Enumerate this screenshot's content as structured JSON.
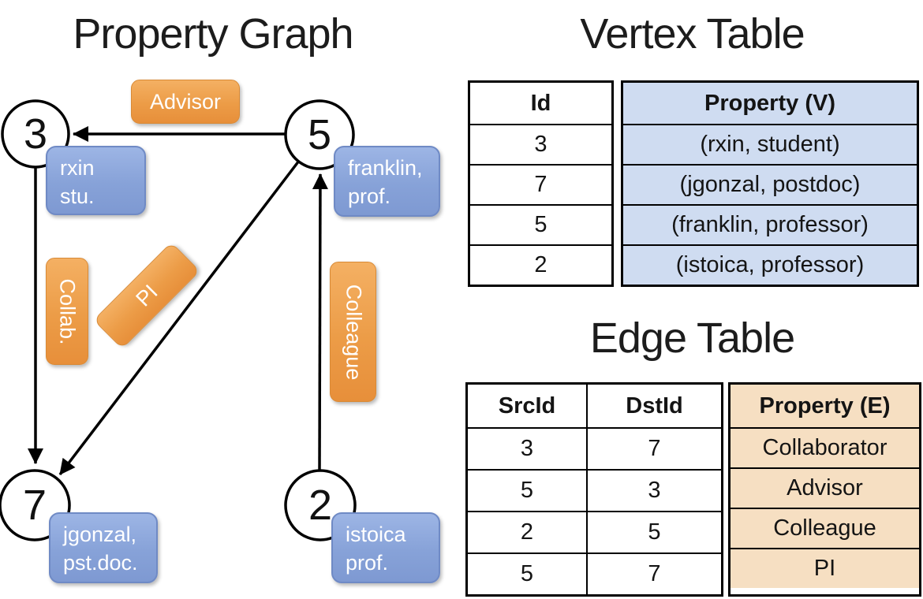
{
  "graph": {
    "title": "Property Graph",
    "nodes": [
      {
        "id": "3",
        "labels": [
          "rxin",
          "stu."
        ]
      },
      {
        "id": "5",
        "labels": [
          "franklin,",
          "prof."
        ]
      },
      {
        "id": "7",
        "labels": [
          "jgonzal,",
          "pst.doc."
        ]
      },
      {
        "id": "2",
        "labels": [
          "istoica",
          "prof."
        ]
      }
    ],
    "edge_labels": {
      "advisor": "Advisor",
      "collab": "Collab.",
      "pi": "PI",
      "colleague": "Colleague"
    }
  },
  "vertex_table": {
    "title": "Vertex Table",
    "headers": {
      "id": "Id",
      "property": "Property (V)"
    },
    "rows": [
      {
        "id": "3",
        "property": "(rxin, student)"
      },
      {
        "id": "7",
        "property": "(jgonzal, postdoc)"
      },
      {
        "id": "5",
        "property": "(franklin, professor)"
      },
      {
        "id": "2",
        "property": "(istoica, professor)"
      }
    ]
  },
  "edge_table": {
    "title": "Edge Table",
    "headers": {
      "src": "SrcId",
      "dst": "DstId",
      "property": "Property (E)"
    },
    "rows": [
      {
        "src": "3",
        "dst": "7",
        "property": "Collaborator"
      },
      {
        "src": "5",
        "dst": "3",
        "property": "Advisor"
      },
      {
        "src": "2",
        "dst": "5",
        "property": "Colleague"
      },
      {
        "src": "5",
        "dst": "7",
        "property": "PI"
      }
    ]
  },
  "colors": {
    "edge_badge_orange": "#ec9c47",
    "property_card_blue": "#87a2d8",
    "vertex_cell_blue": "#cfdcf1",
    "edge_cell_tan": "#f6dfc2",
    "line_black": "#000000"
  }
}
